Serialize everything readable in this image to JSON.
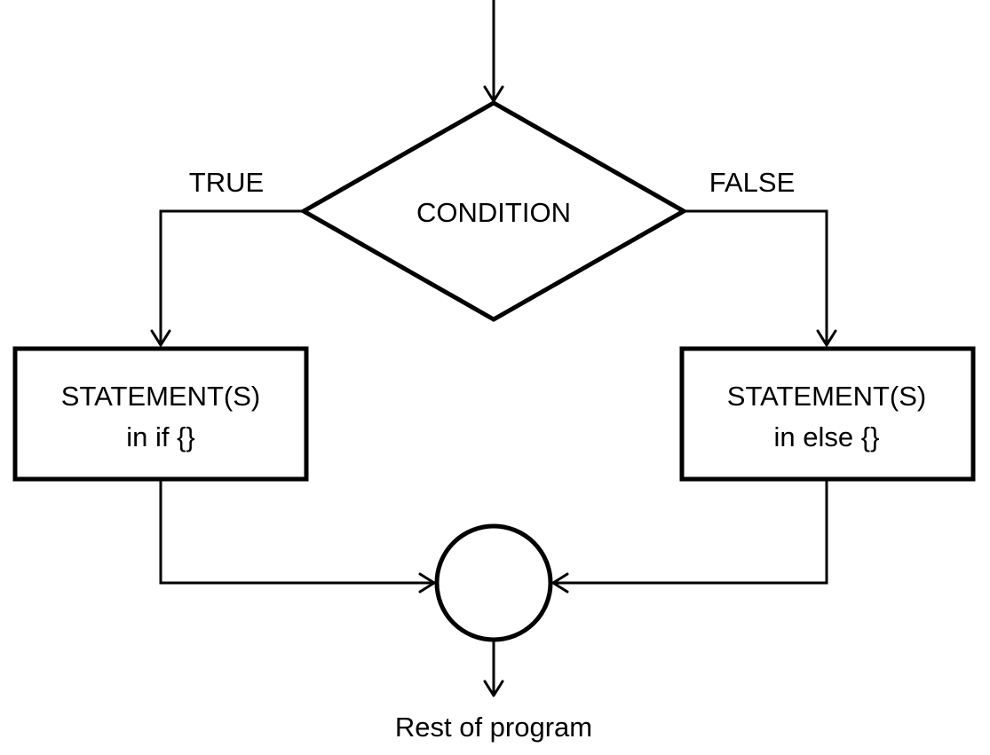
{
  "diagram": {
    "decision": {
      "label": "CONDITION"
    },
    "branches": {
      "true_label": "TRUE",
      "false_label": "FALSE"
    },
    "if_block": {
      "line1": "STATEMENT(S)",
      "line2": "in if {}"
    },
    "else_block": {
      "line1": "STATEMENT(S)",
      "line2": "in else {}"
    },
    "exit_label": "Rest of program"
  },
  "colors": {
    "stroke": "#000000",
    "background": "#ffffff"
  }
}
